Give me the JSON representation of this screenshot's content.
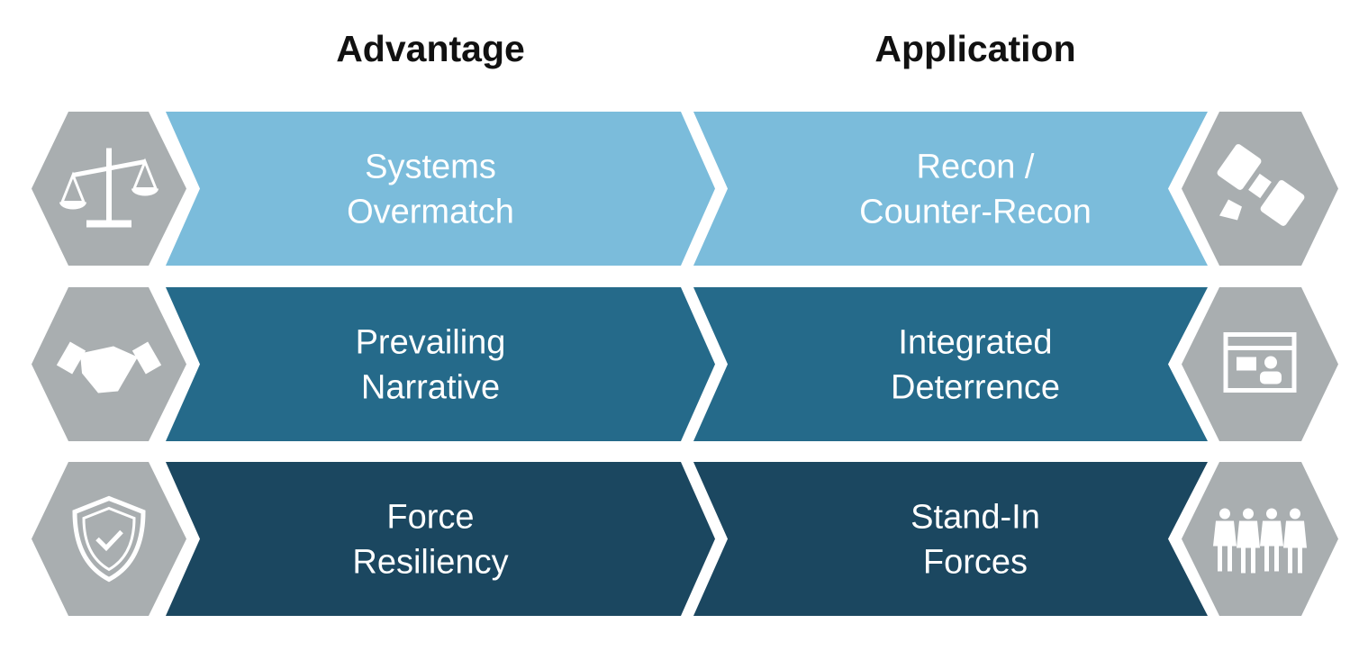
{
  "headers": {
    "left": "Advantage",
    "right": "Application"
  },
  "colors": {
    "row1": "#7bbcdb",
    "row2": "#256a8a",
    "row3": "#1b4760",
    "hex": "#a9aeb0",
    "icon": "#ffffff"
  },
  "rows": [
    {
      "advantage": [
        "Systems",
        "Overmatch"
      ],
      "application": [
        "Recon /",
        "Counter-Recon"
      ],
      "left_icon": "scales-icon",
      "right_icon": "satellite-icon"
    },
    {
      "advantage": [
        "Prevailing",
        "Narrative"
      ],
      "application": [
        "Integrated",
        "Deterrence"
      ],
      "left_icon": "handshake-icon",
      "right_icon": "video-conference-icon"
    },
    {
      "advantage": [
        "Force",
        "Resiliency"
      ],
      "application": [
        "Stand-In",
        "Forces"
      ],
      "left_icon": "shield-check-icon",
      "right_icon": "people-group-icon"
    }
  ]
}
